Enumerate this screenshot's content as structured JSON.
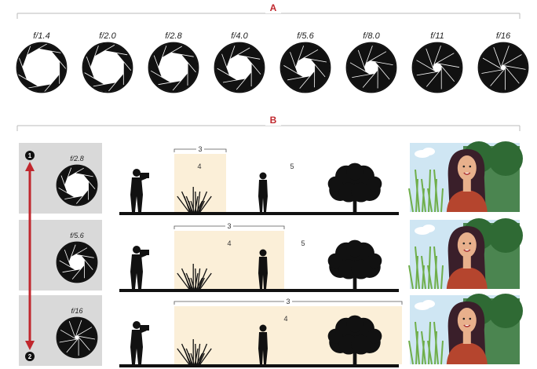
{
  "section_a": {
    "label": "A",
    "apertures": [
      {
        "fstop": "f/1.4",
        "opening": 0.78
      },
      {
        "fstop": "f/2.0",
        "opening": 0.7
      },
      {
        "fstop": "f/2.8",
        "opening": 0.62
      },
      {
        "fstop": "f/4.0",
        "opening": 0.52
      },
      {
        "fstop": "f/5.6",
        "opening": 0.4
      },
      {
        "fstop": "f/8.0",
        "opening": 0.28
      },
      {
        "fstop": "f/11",
        "opening": 0.18
      },
      {
        "fstop": "f/16",
        "opening": 0.09
      }
    ]
  },
  "section_b": {
    "label": "B",
    "badge_top": "1",
    "badge_bottom": "2",
    "rows": [
      {
        "fstop": "f/2.8",
        "opening": 0.62,
        "bracket_label": "3",
        "zone_label": "4",
        "background_label": "5"
      },
      {
        "fstop": "f/5.6",
        "opening": 0.4,
        "bracket_label": "3",
        "zone_label": "4",
        "background_label": "5"
      },
      {
        "fstop": "f/16",
        "opening": 0.09,
        "bracket_label": "3",
        "zone_label": "4",
        "background_label": ""
      }
    ]
  },
  "colors": {
    "accent": "#c0272d",
    "dof_zone": "#fbefd8",
    "panel_gray": "#d9d9d9",
    "silhouette": "#111111",
    "sky": "#cfe6f3",
    "tree_green": "#3c7a3e",
    "grass_green": "#6fae4a",
    "shirt": "#b5452e",
    "hair": "#3a1f2a",
    "skin": "#e8b08c"
  }
}
